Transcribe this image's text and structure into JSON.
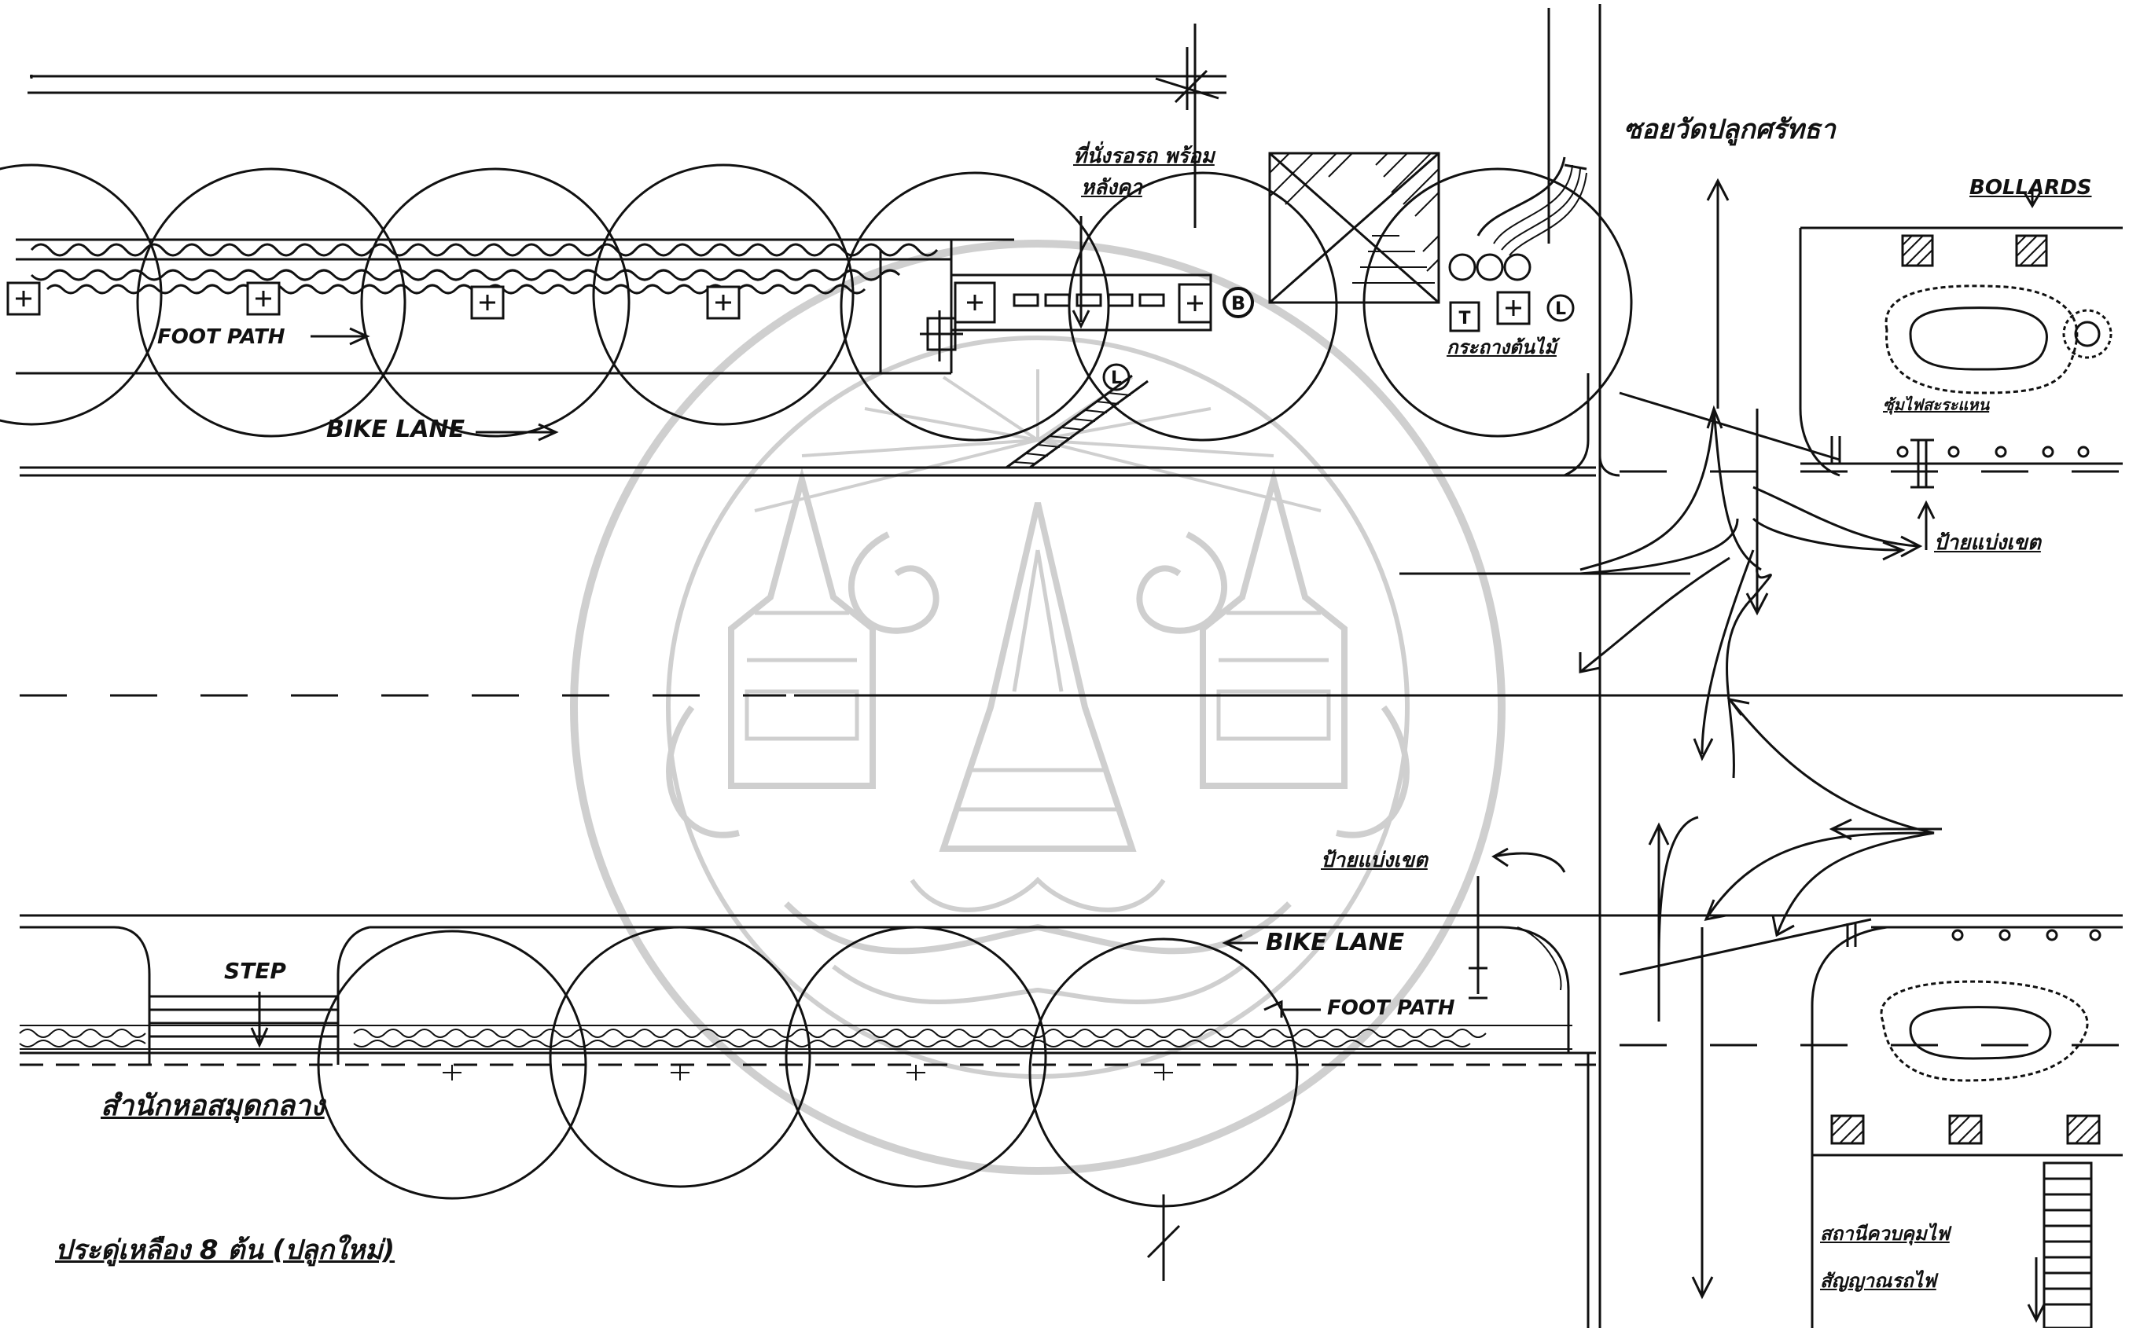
{
  "labels": {
    "foot_path_top": "FOOT PATH",
    "bike_lane_top": "BIKE LANE",
    "bench_note_line1": "ที่นั่งรอรถ พร้อม",
    "bench_note_line2": "หลังคา",
    "soi_name": "ซอยวัดปลูกศรัทธา",
    "bollards": "BOLLARDS",
    "planter_note": "กระถางต้นไม้",
    "signal_box_note": "ซุ้มไฟสะระแหน",
    "boundary_sign_right": "ป้ายแบ่งเขต",
    "boundary_sign_center": "ป้ายแบ่งเขต",
    "step": "STEP",
    "bike_lane_bottom": "BIKE LANE",
    "foot_path_bottom": "FOOT PATH",
    "library": "สำนักหอสมุดกลาง",
    "trees_note": "ประดู่เหลือง 8 ต้น (ปลูกใหม่)",
    "control_station_line1": "สถานีควบคุมไฟ",
    "control_station_line2": "สัญญาณรถไฟ"
  },
  "symbols": {
    "bus_stop": "B",
    "light": "L",
    "trash": "T"
  },
  "colors": {
    "ink": "#111111",
    "watermark": "#c9c9c9"
  }
}
